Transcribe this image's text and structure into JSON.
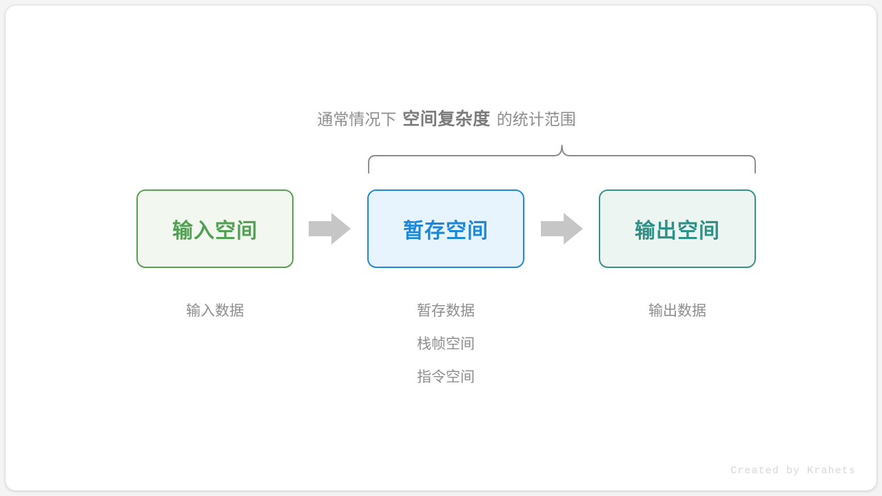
{
  "diagram": {
    "title_line": {
      "prefix": "通常情况下",
      "emphasis": "空间复杂度",
      "suffix": "的统计范围"
    },
    "brace": {
      "name": "scope-brace",
      "spans_boxes": [
        "暂存空间",
        "输出空间"
      ]
    },
    "boxes": [
      {
        "id": "input",
        "label": "输入空间",
        "border_color": "#5a9e53",
        "fill_color": "#f2f8f0",
        "text_color": "#52a053"
      },
      {
        "id": "temp",
        "label": "暂存空间",
        "border_color": "#1e88d8",
        "fill_color": "#e8f4fd",
        "text_color": "#1e88d8"
      },
      {
        "id": "output",
        "label": "输出空间",
        "border_color": "#37918a",
        "fill_color": "#edf5f3",
        "text_color": "#2e9188"
      }
    ],
    "arrows": [
      {
        "id": "arrow-1",
        "from": "input",
        "to": "temp",
        "color": "#c6c6c6"
      },
      {
        "id": "arrow-2",
        "from": "temp",
        "to": "output",
        "color": "#c6c6c6"
      }
    ],
    "captions": {
      "input": [
        "输入数据"
      ],
      "temp": [
        "暂存数据",
        "栈帧空间",
        "指令空间"
      ],
      "output": [
        "输出数据"
      ]
    },
    "watermark": "Created by Krahets",
    "colors": {
      "muted_text": "#8d8d8d",
      "emphasis_text": "#7b7b7b",
      "arrow_gray": "#c6c6c6",
      "brace_gray": "#8a8a8a",
      "watermark_gray": "#d8d8d8",
      "card_background": "#ffffff"
    }
  }
}
